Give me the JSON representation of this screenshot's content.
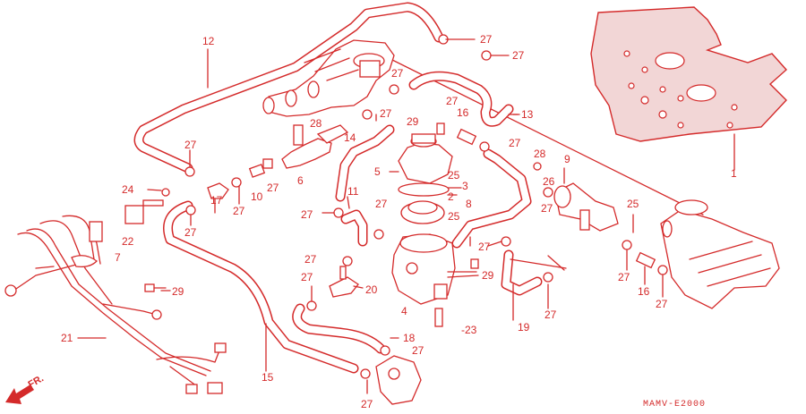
{
  "diagram": {
    "labels": [
      "1",
      "2",
      "3",
      "4",
      "5",
      "6",
      "7",
      "8",
      "9",
      "10",
      "11",
      "12",
      "13",
      "14",
      "15",
      "16",
      "17",
      "18",
      "19",
      "20",
      "21",
      "22",
      "23",
      "24",
      "25",
      "26",
      "27",
      "28",
      "29"
    ],
    "minus_label": "-23",
    "code": "MAMV-E2000",
    "fr_marker": "FR."
  },
  "colors": {
    "ink": "#d42a2a",
    "plate": "#f2d6d6",
    "background": "#ffffff"
  }
}
